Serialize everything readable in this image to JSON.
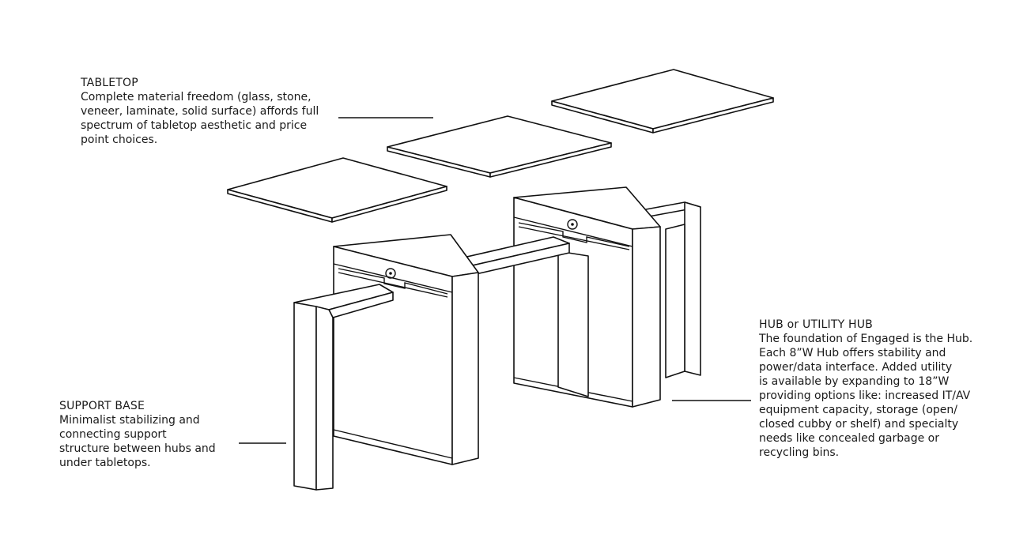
{
  "callouts": {
    "tabletop": {
      "heading": "TABLETOP",
      "lines": [
        "Complete material freedom (glass, stone,",
        "veneer, laminate, solid surface) affords full",
        "spectrum of tabletop aesthetic and price",
        "point choices."
      ]
    },
    "support_base": {
      "heading": "SUPPORT BASE",
      "lines": [
        "Minimalist stabilizing and",
        "connecting support",
        "structure between hubs and",
        "under tabletops."
      ]
    },
    "hub": {
      "heading": "HUB or UTILITY HUB",
      "lines": [
        "The foundation of Engaged is the Hub.",
        "Each 8”W Hub offers stability and",
        "power/data interface. Added utility",
        "is available by expanding to 18”W",
        "providing options like: increased IT/AV",
        "equipment capacity, storage (open/",
        "closed cubby or shelf) and specialty",
        "needs like concealed garbage or",
        "recycling bins."
      ]
    }
  }
}
